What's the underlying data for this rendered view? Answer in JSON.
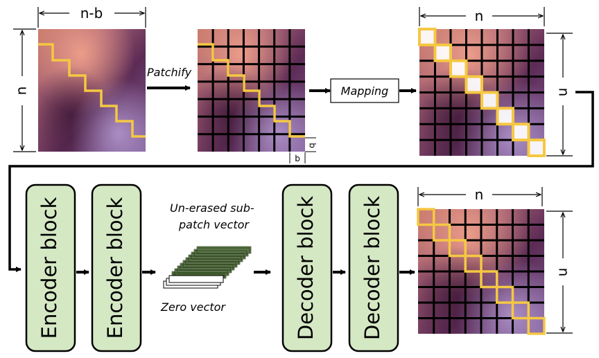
{
  "dims": {
    "top_width": "n-b",
    "height": "n",
    "width_n": "n",
    "b_small": "b",
    "b_side": "b"
  },
  "steps": {
    "patchify": "Patchify",
    "mapping": "Mapping"
  },
  "blocks": {
    "encoder_1": "Encoder block",
    "encoder_2": "Encoder block",
    "decoder_1": "Decoder block",
    "decoder_2": "Decoder block"
  },
  "vectors": {
    "unerased_line1": "Un-erased sub-",
    "unerased_line2": "patch vector",
    "zero": "Zero vector"
  },
  "colors": {
    "highlight": "#f5c842",
    "block_fill": "#d5e8c4",
    "vector_green": "#44622e",
    "grid": "#000000"
  }
}
